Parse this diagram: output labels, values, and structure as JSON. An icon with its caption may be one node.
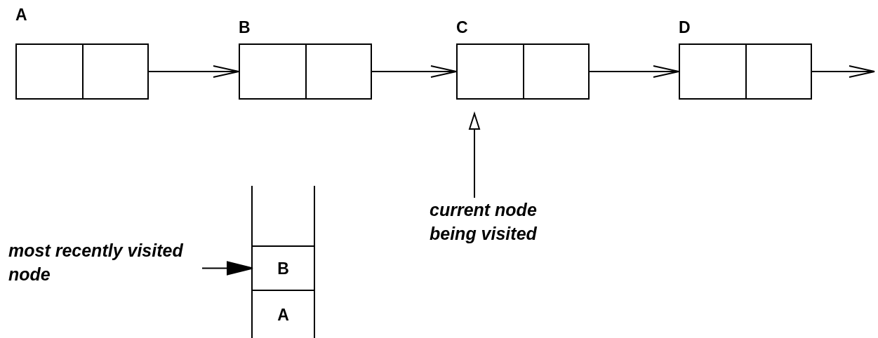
{
  "diagram": {
    "nodes": [
      {
        "text": [
          "A"
        ]
      },
      {
        "text": [
          "B"
        ]
      },
      {
        "text": [
          "C"
        ]
      },
      {
        "text": [
          "D"
        ]
      },
      {
        "text": [],
        "shape": "box"
      },
      {
        "text": [
          "B"
        ],
        "in": 4
      },
      {
        "text": [
          "A"
        ],
        "in": 4
      },
      {
        "text": [
          "most recently visited node"
        ]
      },
      {
        "text": [
          "current node being visited"
        ]
      }
    ],
    "edges": [
      {
        "from": 0,
        "to": 1,
        "arrow": "to"
      },
      {
        "from": 1,
        "to": 2,
        "arrow": "to"
      },
      {
        "from": 2,
        "to": 3,
        "arrow": "to"
      },
      {
        "from": 3,
        "to": null,
        "arrow": "to"
      },
      {
        "from": 7,
        "to": 5,
        "arrow": "to"
      },
      {
        "from": 8,
        "to": 2,
        "arrow": "to"
      }
    ]
  }
}
